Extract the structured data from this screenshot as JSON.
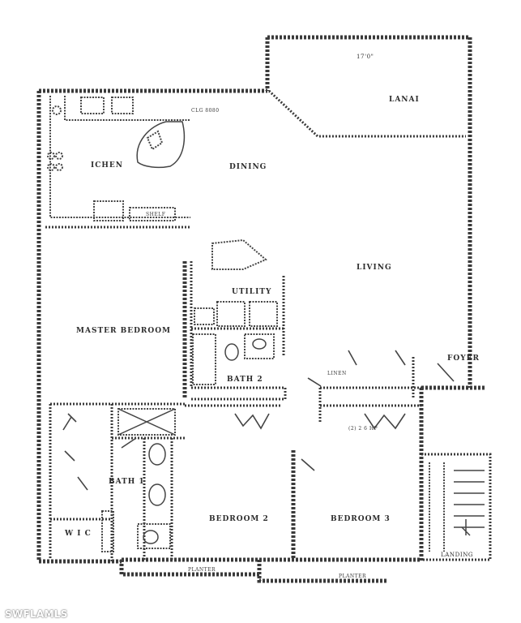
{
  "rooms": {
    "lanai": "LANAI",
    "kitchen": "ICHEN",
    "dining": "DINING",
    "living": "LIVING",
    "utility": "UTILITY",
    "master_bedroom": "MASTER BEDROOM",
    "bath2": "BATH 2",
    "bath1": "BATH 1",
    "wic": "W I C",
    "bedroom2": "BEDROOM 2",
    "bedroom3": "BEDROOM 3",
    "foyer": "FOYER",
    "landing": "LANDING"
  },
  "dimensions": {
    "lanai_top": "17'0\"",
    "kitchen_ceiling": "CLG 8080",
    "dining_shelf": "SHELF",
    "bedroom_closet": "(2) 2 6 HP",
    "linen": "LINEN",
    "planter_left": "PLANTER",
    "planter_right": "PLANTER"
  },
  "watermark": "SWFLAMLS"
}
